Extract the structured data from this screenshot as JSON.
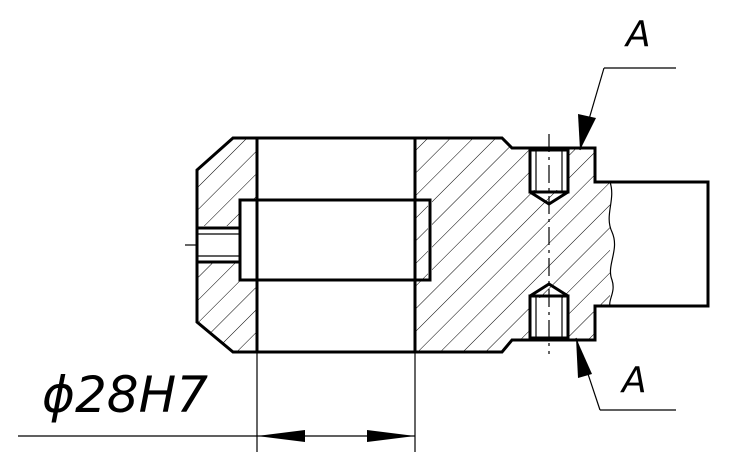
{
  "drawing": {
    "section_label_top": "A",
    "section_label_bottom": "A",
    "dimension_text": "ϕ28H7"
  },
  "colors": {
    "line": "#000000",
    "background": "#ffffff"
  }
}
